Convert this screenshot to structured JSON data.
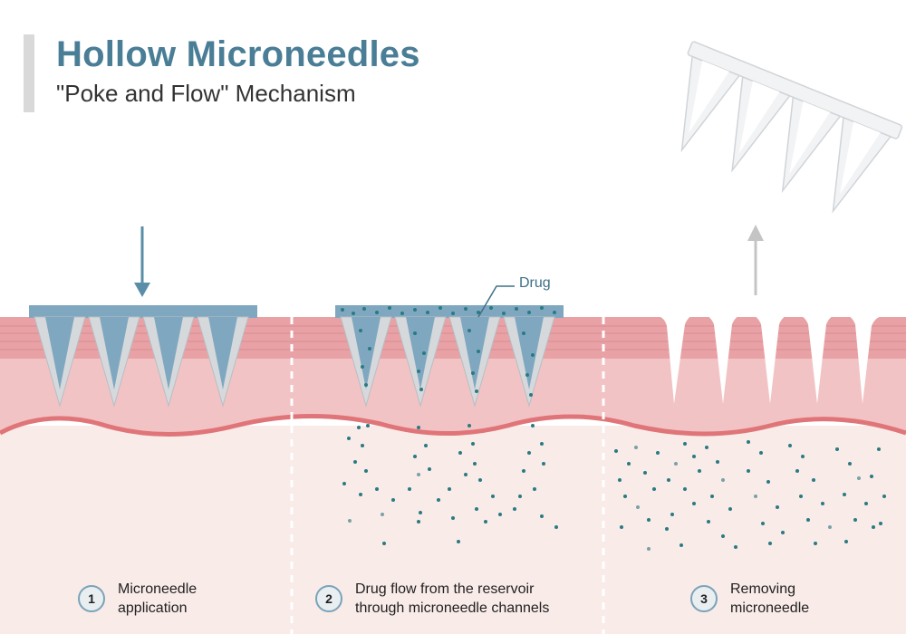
{
  "title": "Hollow Microneedles",
  "subtitle": "\"Poke and Flow\" Mechanism",
  "drug_label": "Drug",
  "steps": [
    {
      "number": "1",
      "line1": "Microneedle",
      "line2": "application"
    },
    {
      "number": "2",
      "line1": "Drug flow from the reservoir",
      "line2": "through microneedle channels"
    },
    {
      "number": "3",
      "line1": "Removing",
      "line2": "microneedle"
    }
  ],
  "colors": {
    "title": "#4a7d96",
    "epidermis": "#e8a2a6",
    "dermis": "#f2c3c4",
    "deep_tissue": "#f9ebe8",
    "boundary_line": "#e07579",
    "patch": "#7fa8c0",
    "needle_shell": "#d6d9dc",
    "drug_particle": "#2a7a82",
    "arrow_down": "#5a8ea8",
    "arrow_up": "#c4c4c4"
  },
  "icons": [
    "arrow-down-icon",
    "arrow-up-icon"
  ]
}
